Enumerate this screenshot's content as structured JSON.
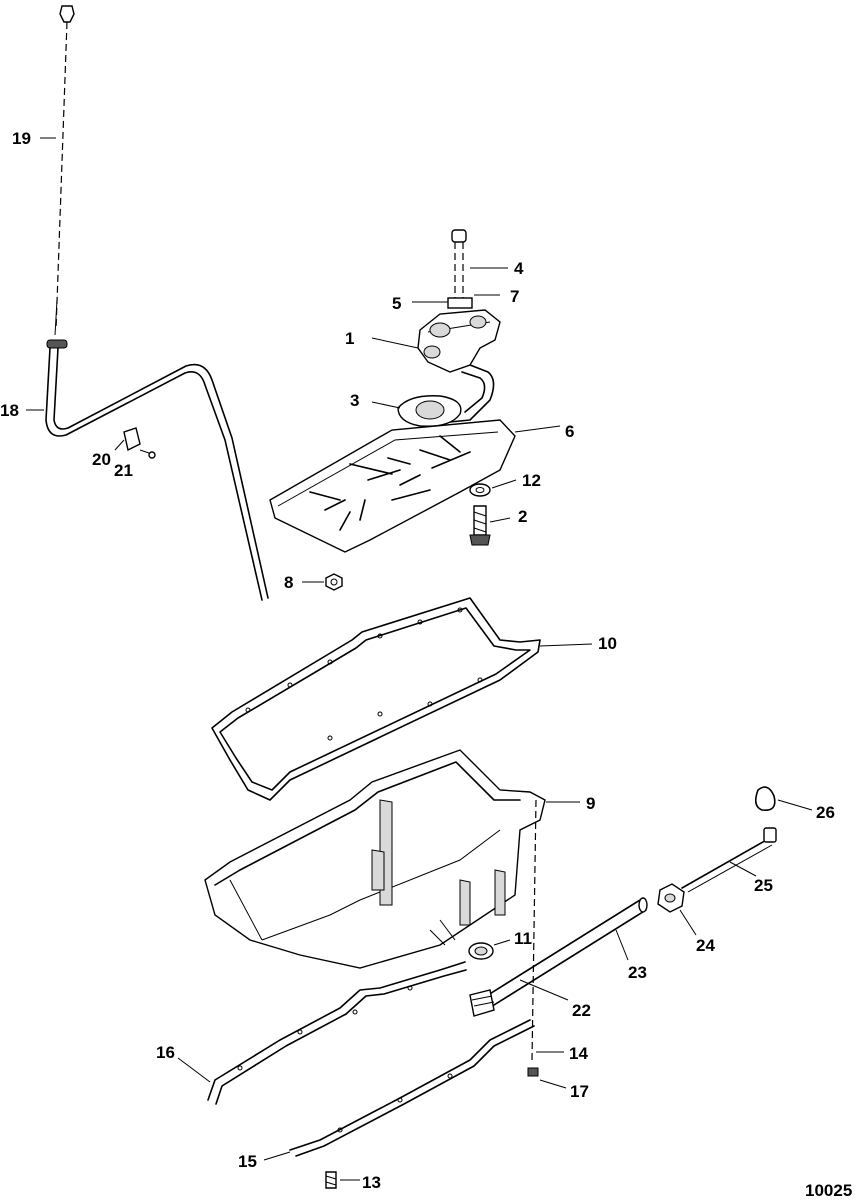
{
  "callouts": [
    "1",
    "2",
    "3",
    "4",
    "5",
    "6",
    "7",
    "8",
    "9",
    "10",
    "11",
    "12",
    "13",
    "14",
    "15",
    "16",
    "17",
    "18",
    "19",
    "20",
    "21",
    "22",
    "23",
    "24",
    "25",
    "26"
  ],
  "figure_id": "10025"
}
